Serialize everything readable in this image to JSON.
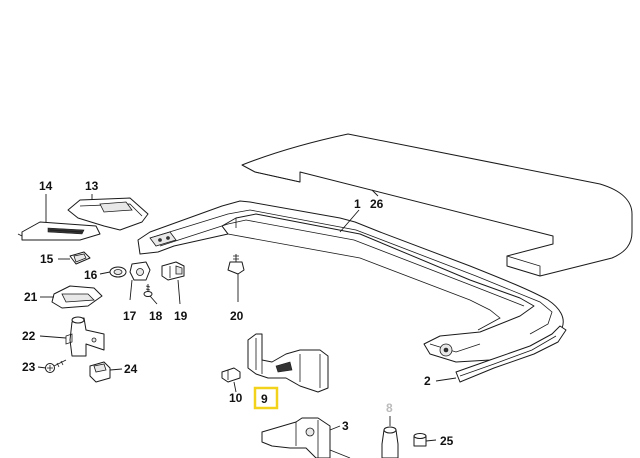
{
  "diagram": {
    "labels": {
      "p1": "1",
      "p2": "2",
      "p3": "3",
      "p8": "8",
      "p9": "9",
      "p10": "10",
      "p13": "13",
      "p14": "14",
      "p15": "15",
      "p16": "16",
      "p17": "17",
      "p18": "18",
      "p19": "19",
      "p20": "20",
      "p21": "21",
      "p22": "22",
      "p23": "23",
      "p24": "24",
      "p25": "25",
      "p26": "26"
    },
    "highlight": {
      "label": "p9",
      "color": "#f2d21b"
    }
  }
}
